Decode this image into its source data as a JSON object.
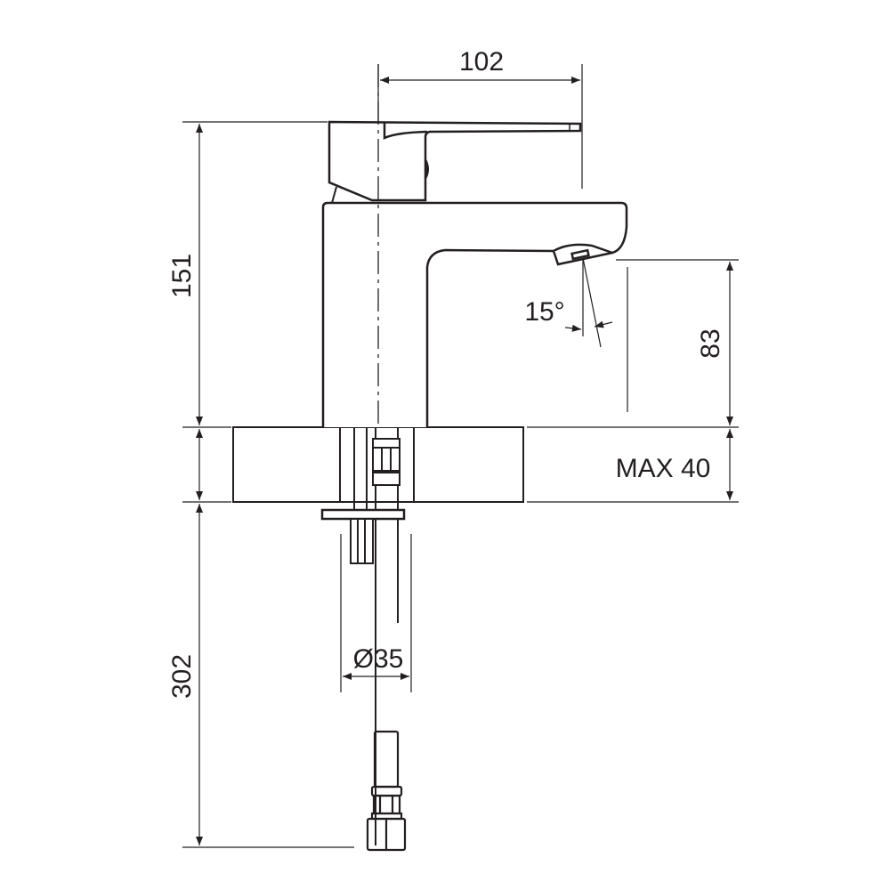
{
  "dimensions": {
    "handle_reach": "102",
    "total_height": "151",
    "spout_height": "83",
    "max_counter_thickness": "MAX 40",
    "hose_length": "302",
    "hole_diameter": "Ø35",
    "spout_angle": "15°"
  },
  "colors": {
    "line": "#231f20",
    "background": "#ffffff"
  }
}
